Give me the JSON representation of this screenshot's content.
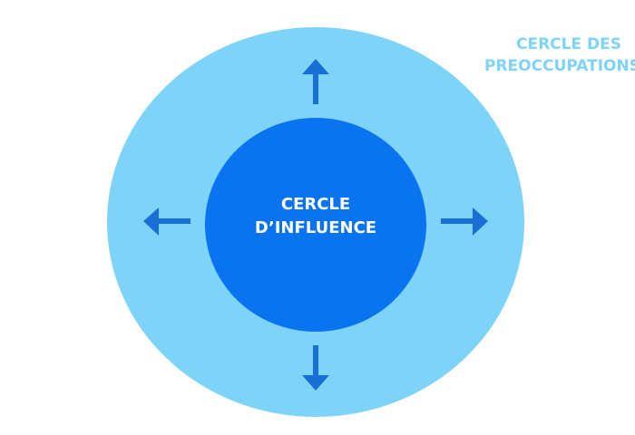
{
  "outer_circle": {
    "label_line1": "CERCLE DES",
    "label_line2": "PREOCCUPATIONS",
    "color": "#7dd3f8"
  },
  "inner_circle": {
    "label_line1": "CERCLE",
    "label_line2": "D’INFLUENCE",
    "color": "#0a74f0"
  },
  "arrows": {
    "color": "#1a6fd6",
    "directions": [
      "up",
      "down",
      "left",
      "right"
    ]
  }
}
